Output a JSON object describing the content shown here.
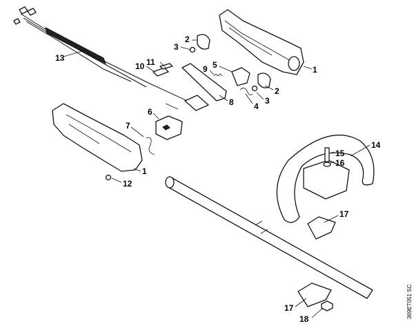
{
  "diagram": {
    "callouts": [
      "1",
      "2",
      "3",
      "4",
      "5",
      "6",
      "7",
      "8",
      "9",
      "10",
      "11",
      "12",
      "13",
      "14",
      "15",
      "16",
      "17",
      "18"
    ],
    "drawing_code": "369ET051 SC"
  }
}
